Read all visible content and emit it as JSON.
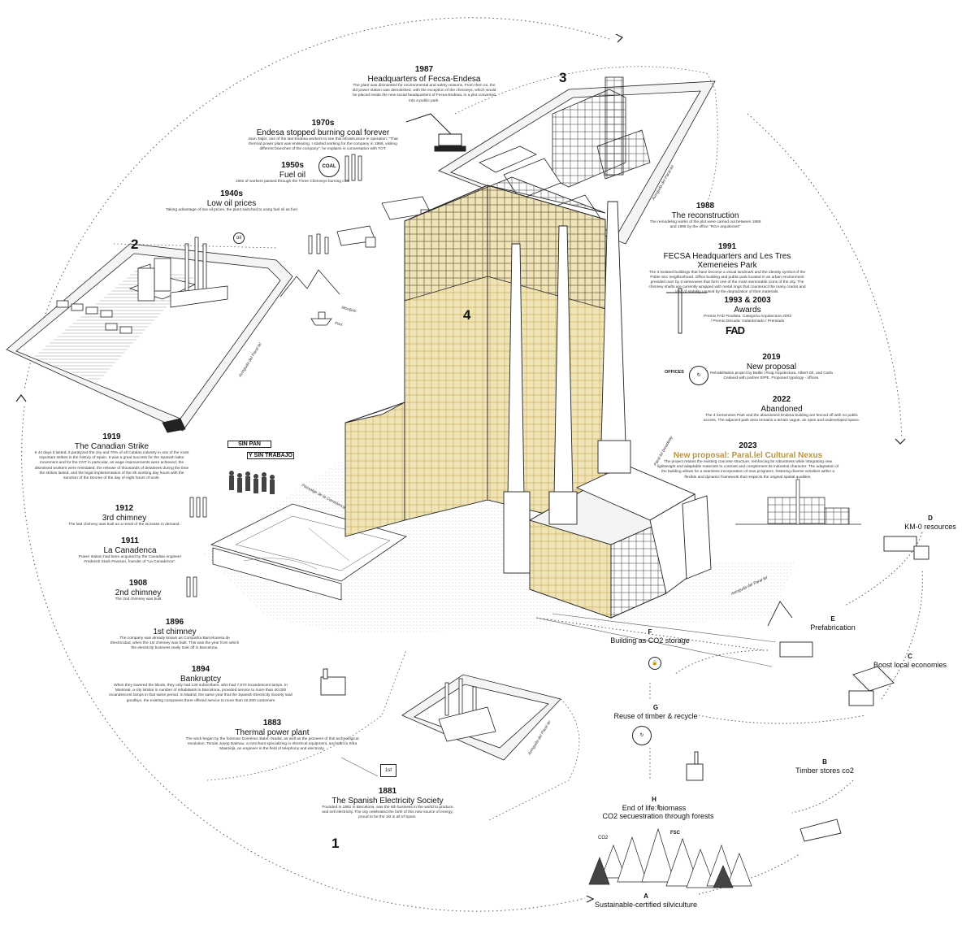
{
  "stage_numbers": {
    "s1": "1",
    "s2": "2",
    "s3": "3",
    "s4": "4"
  },
  "timeline": [
    {
      "year": "1987",
      "title": "Headquarters of Fecsa-Endesa",
      "desc": "The plant was dismantled for environmental and safety reasons. From then on, the old power station was demolished, with the exception of the chimneys, which would be placed inside the new social headquarters of Fecsa-Endesa, in a plot converted into a public park."
    },
    {
      "year": "1970s",
      "title": "Endesa stopped burning coal forever",
      "desc": "Joan Tatjer, one of the last Endesa workers to see this infrastructure in operation: \"That thermal power plant was endearing. I started working for the company in 1966, visiting different branches of the company\", he explains in conversation with TOT."
    },
    {
      "year": "1950s",
      "title": "Fuel oil",
      "desc": "100s of workers passed through the Three Chimneys burning coal"
    },
    {
      "year": "1940s",
      "title": "Low oil prices",
      "desc": "Taking advantage of low oil prices, the plant switched to using fuel oil as fuel"
    },
    {
      "year": "1988",
      "title": "The reconstruction",
      "desc": "The remodeling works of the plot were carried out between 1988 and 1995 by the office \"RGA arquitectes\""
    },
    {
      "year": "1991",
      "title": "FECSA Headquarters and Les Tres Xemeneies Park",
      "desc": "The 3 isolated buildings that have become a visual landmark and the identity symbol of the Poble Sec neighborhood. Office building and public park located in an urban environment presided over by 3 xemeneies that form one of the most memorable icons of the city. The chimney shafts are currently wrapped with metal rings that counteract the many cracks and loss of stability caused by the degradation of their materials."
    },
    {
      "year": "1993 & 2003",
      "title": "Awards",
      "desc": "Premio FAD Finalista. Categoría Arquitectura 2003 / Premio Década: Galardonado / Premiado"
    },
    {
      "year": "2019",
      "title": "New proposal",
      "desc": "Rehabilitation project by Batlle i Roig Arquitectura, Albert Gil, and Carla Cedavid with partner EIPE. Proposed typology - offices."
    },
    {
      "year": "2022",
      "title": "Abandoned",
      "desc": "The 3 Xemeneies Park and the abandoned Endesa building are fenced off with no public access. The adjacent park area remains a terrain vague, an open and undeveloped space."
    },
    {
      "year": "2023",
      "title": "New proposal: Paral.lel Cultural Nexus",
      "desc": "The project retains the existing concrete structure, reinforcing its robustness while integrating new lightweight and adaptable materials to contrast and complement its industrial character. The adaptation of the building allows for a seamless incorporation of new programs, fostering diverse activities within a flexible and dynamic framework that respects the original spatial qualities."
    },
    {
      "year": "1919",
      "title": "The Canadian Strike",
      "desc": "It 44 days it lasted, it paralyzed the city and 70% of all Catalan industry in one of the most important strikes in the history of Spain. It was a great success for the Spanish labor movement and for the CNT in particular, as wage improvements were achieved, the dismissed workers were reinstated, the release of thousands of detainees during the time the strikes lasted, and the legal implementation of the 8h working day hours with the sanction of the Decree of the day of eight hours of work."
    },
    {
      "year": "1912",
      "title": "3rd chimney",
      "desc": "The last chimney was built as a result of the increase in demand."
    },
    {
      "year": "1911",
      "title": "La Canadenca",
      "desc": "Power station had been acquired by the Canadian engineer Frederick Stark Pearson, founder of \"La Canadenca\"."
    },
    {
      "year": "1908",
      "title": "2nd chimney",
      "desc": "The 2nd chimney was built"
    },
    {
      "year": "1896",
      "title": "1st chimney",
      "desc": "The company was already known as Compañía Barcelonesa de Electricidad, when the 1st chimney was built. This was the year from which the electricity business really took off in Barcelona."
    },
    {
      "year": "1894",
      "title": "Bankruptcy",
      "desc": "When they lowered the blinds, they only had 130 subscribers, who had 7,670 incandescent lamps. In Montreal, a city similar in number of inhabitants to Barcelona, provided service to more than 40,000 incandescent lamps in that same period. In Madrid, the same year that the Spanish Electricity Society said goodbye, the existing companies there offered service to more than 10,000 customers"
    },
    {
      "year": "1883",
      "title": "Thermal power plant",
      "desc": "The work began by the foreman Doménec Balet i Nadal, as well as the pioneers of this technological revolution, Tomàs Josep Dalmau, a merchant specializing in electrical equipment, and Narcís Xifra Masmitjà, an engineer in the field of telephony and electricity."
    },
    {
      "year": "1881",
      "title": "The Spanish Electricity Society",
      "desc": "Founded in 1881 in Barcelona, was the 6th business in the world to produce and sell electricity. The city celebrated the birth of this new source of energy, proud to be the 1st in all of Spain."
    }
  ],
  "cycle": [
    {
      "letter": "D",
      "label": "KM-0 resources"
    },
    {
      "letter": "E",
      "label": "Prefabrication"
    },
    {
      "letter": "F",
      "label": "Building as CO2 storage"
    },
    {
      "letter": "C",
      "label": "Boost local economies"
    },
    {
      "letter": "G",
      "label": "Reuse of timber & recycle"
    },
    {
      "letter": "B",
      "label": "Timber stores co2"
    },
    {
      "letter": "H",
      "label": "End of life: biomass"
    },
    {
      "letter": "I",
      "label": "CO2 secuestration through forests"
    },
    {
      "letter": "A",
      "label": "Sustainable-certified silviculture"
    }
  ],
  "streets": {
    "paralel1": "Avinguda del Paral·lel",
    "paralel2": "Avinguda del Paral·lel",
    "paralel3": "Avinguda del Paral·lel",
    "paralel4": "Avinguda del Paral·lel",
    "passatge": "Passatge de la Canadenca",
    "broadway": "Paral·lel broadway",
    "montjuic": "Montjuïc",
    "port": "Port"
  },
  "badges": {
    "coal": "COAL",
    "oil": "oil",
    "offices": "OFFICES",
    "fad": "FAD",
    "first": "1st",
    "strike_sign_1": "SIN PAN",
    "strike_sign_2": "Y SIN TRABAJO",
    "fsc": "FSC",
    "co2": "CO2"
  },
  "colors": {
    "accent": "#b89641",
    "timber": "#e9d9a6",
    "line": "#222222"
  }
}
